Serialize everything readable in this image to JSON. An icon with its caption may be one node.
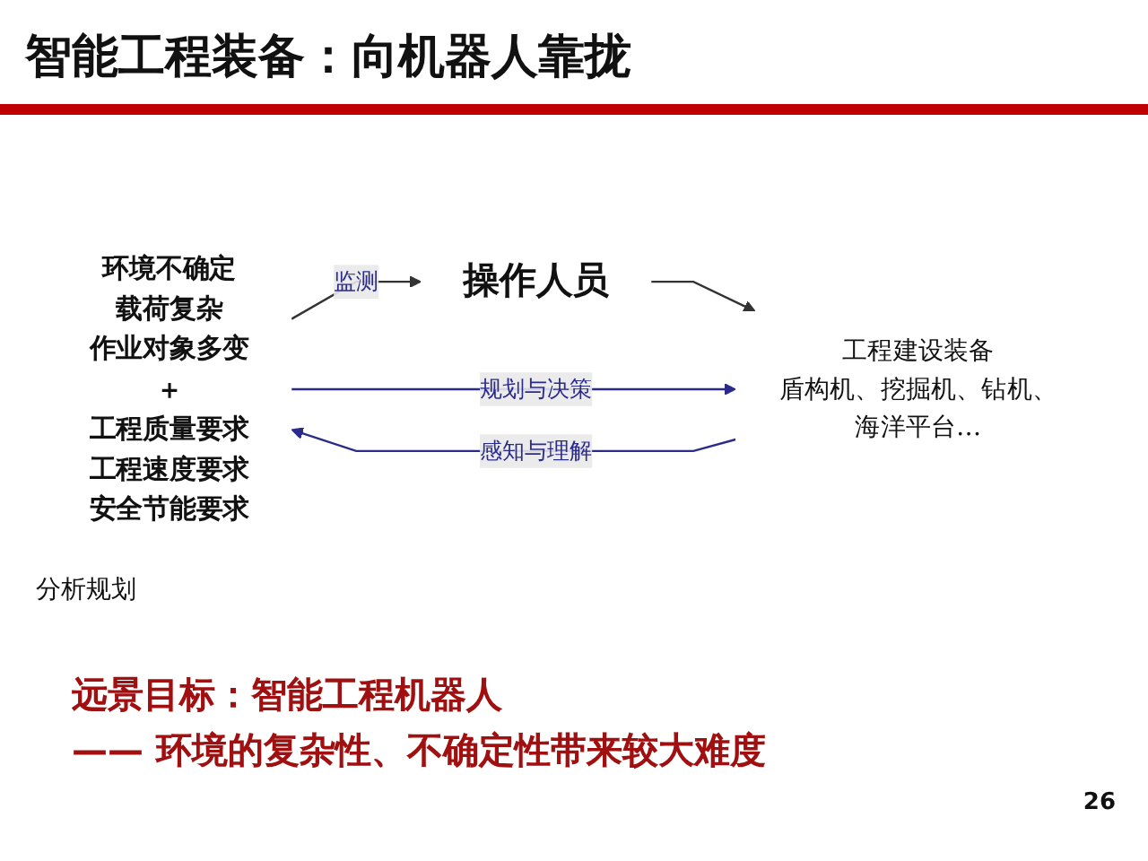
{
  "diagram": {
    "title": "智能工程装备：向机器人靠拢",
    "nodes": [
      {
        "text": [
          "环境不确定",
          "载荷复杂",
          "作业对象多变",
          "＋",
          "工程质量要求",
          "工程速度要求",
          "安全节能要求"
        ]
      },
      {
        "text": [
          "操作人员"
        ]
      },
      {
        "text": [
          "工程建设装备",
          "盾构机、挖掘机、钻机、海洋平台…"
        ]
      }
    ],
    "edges": [
      {
        "from": 0,
        "to": 1,
        "arrow": "to",
        "label": "监测"
      },
      {
        "from": 1,
        "to": 2,
        "arrow": "to"
      },
      {
        "from": 2,
        "to": 0,
        "arrow": "to",
        "label": "感知与理解",
        "color": "#2b2b8c"
      },
      {
        "from": 0,
        "to": 2,
        "arrow": "to",
        "label": "规划与决策",
        "color": "#2b2b8c"
      }
    ],
    "labels": [
      "分析规划",
      "远景目标：智能工程机器人",
      "—— 环境的复杂性、不确定性带来较大难度",
      "26"
    ]
  }
}
